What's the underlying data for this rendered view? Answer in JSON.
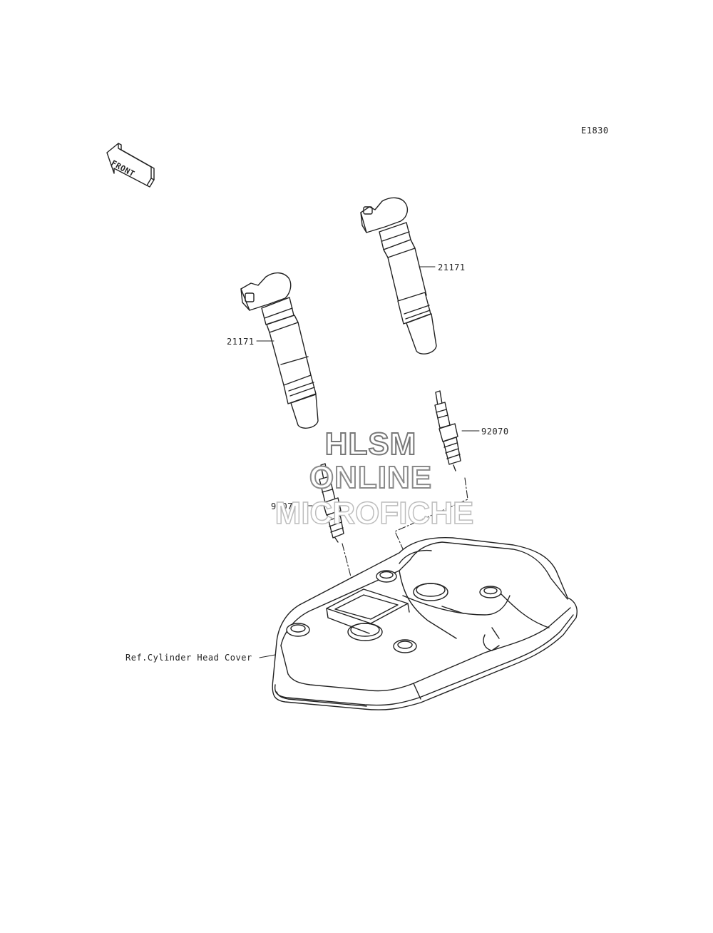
{
  "diagram_code": "E1830",
  "front_arrow_text": "FRONT",
  "parts": {
    "coil_left": "21171",
    "coil_right": "21171",
    "plug_left": "92070",
    "plug_right": "92070",
    "reference": "Ref.Cylinder Head Cover"
  },
  "watermark": {
    "line1": "HLSM",
    "line2": "ONLINE",
    "line3": "MICROFICHE"
  }
}
